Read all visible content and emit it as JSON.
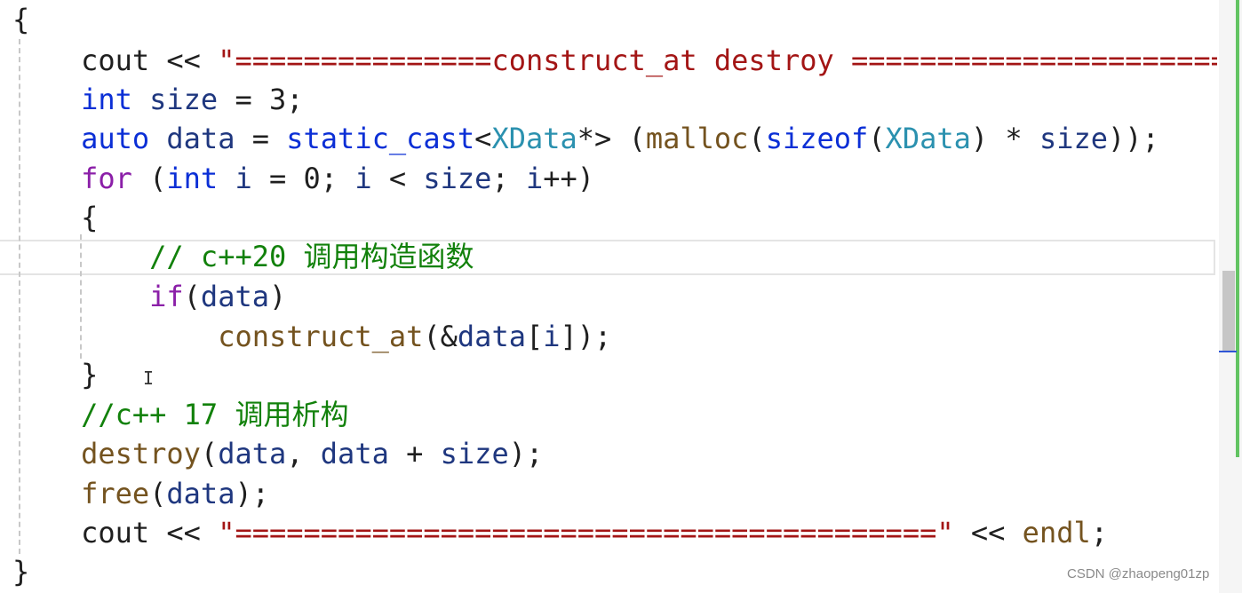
{
  "editor": {
    "lines": [
      {
        "tokens": [
          {
            "text": "{",
            "kind": "plain"
          }
        ]
      },
      {
        "tokens": [
          {
            "text": "    ",
            "kind": "plain"
          },
          {
            "text": "cout",
            "kind": "plain"
          },
          {
            "text": " << ",
            "kind": "op"
          },
          {
            "text": "\"===============construct_at destroy ============================\"",
            "kind": "str"
          }
        ]
      },
      {
        "tokens": [
          {
            "text": "    ",
            "kind": "plain"
          },
          {
            "text": "int",
            "kind": "kw"
          },
          {
            "text": " ",
            "kind": "plain"
          },
          {
            "text": "size",
            "kind": "var"
          },
          {
            "text": " = 3;",
            "kind": "plain"
          }
        ]
      },
      {
        "tokens": [
          {
            "text": "    ",
            "kind": "plain"
          },
          {
            "text": "auto",
            "kind": "kw"
          },
          {
            "text": " ",
            "kind": "plain"
          },
          {
            "text": "data",
            "kind": "var"
          },
          {
            "text": " = ",
            "kind": "plain"
          },
          {
            "text": "static_cast",
            "kind": "kw"
          },
          {
            "text": "<",
            "kind": "plain"
          },
          {
            "text": "XData",
            "kind": "type"
          },
          {
            "text": "*> (",
            "kind": "plain"
          },
          {
            "text": "malloc",
            "kind": "func"
          },
          {
            "text": "(",
            "kind": "plain"
          },
          {
            "text": "sizeof",
            "kind": "kw"
          },
          {
            "text": "(",
            "kind": "plain"
          },
          {
            "text": "XData",
            "kind": "type"
          },
          {
            "text": ") * ",
            "kind": "plain"
          },
          {
            "text": "size",
            "kind": "var"
          },
          {
            "text": "));",
            "kind": "plain"
          }
        ]
      },
      {
        "tokens": [
          {
            "text": "    ",
            "kind": "plain"
          },
          {
            "text": "for",
            "kind": "ctrl"
          },
          {
            "text": " (",
            "kind": "plain"
          },
          {
            "text": "int",
            "kind": "kw"
          },
          {
            "text": " ",
            "kind": "plain"
          },
          {
            "text": "i",
            "kind": "var"
          },
          {
            "text": " = 0; ",
            "kind": "plain"
          },
          {
            "text": "i",
            "kind": "var"
          },
          {
            "text": " < ",
            "kind": "plain"
          },
          {
            "text": "size",
            "kind": "var"
          },
          {
            "text": "; ",
            "kind": "plain"
          },
          {
            "text": "i",
            "kind": "var"
          },
          {
            "text": "++)",
            "kind": "plain"
          }
        ]
      },
      {
        "tokens": [
          {
            "text": "    ",
            "kind": "plain"
          },
          {
            "text": "{",
            "kind": "plain"
          }
        ]
      },
      {
        "tokens": [
          {
            "text": "        ",
            "kind": "plain"
          },
          {
            "text": "// c++20 调用构造函数",
            "kind": "comment"
          }
        ]
      },
      {
        "tokens": [
          {
            "text": "        ",
            "kind": "plain"
          },
          {
            "text": "if",
            "kind": "ctrl"
          },
          {
            "text": "(",
            "kind": "plain"
          },
          {
            "text": "data",
            "kind": "var"
          },
          {
            "text": ")",
            "kind": "plain"
          }
        ]
      },
      {
        "tokens": [
          {
            "text": "            ",
            "kind": "plain"
          },
          {
            "text": "construct_at",
            "kind": "func"
          },
          {
            "text": "(&",
            "kind": "plain"
          },
          {
            "text": "data",
            "kind": "var"
          },
          {
            "text": "[",
            "kind": "plain"
          },
          {
            "text": "i",
            "kind": "var"
          },
          {
            "text": "]);",
            "kind": "plain"
          }
        ]
      },
      {
        "tokens": [
          {
            "text": "    ",
            "kind": "plain"
          },
          {
            "text": "}",
            "kind": "plain"
          }
        ]
      },
      {
        "tokens": [
          {
            "text": "    ",
            "kind": "plain"
          },
          {
            "text": "//c++ 17 调用析构",
            "kind": "comment"
          }
        ]
      },
      {
        "tokens": [
          {
            "text": "    ",
            "kind": "plain"
          },
          {
            "text": "destroy",
            "kind": "func"
          },
          {
            "text": "(",
            "kind": "plain"
          },
          {
            "text": "data",
            "kind": "var"
          },
          {
            "text": ", ",
            "kind": "plain"
          },
          {
            "text": "data",
            "kind": "var"
          },
          {
            "text": " + ",
            "kind": "plain"
          },
          {
            "text": "size",
            "kind": "var"
          },
          {
            "text": ");",
            "kind": "plain"
          }
        ]
      },
      {
        "tokens": [
          {
            "text": "    ",
            "kind": "plain"
          },
          {
            "text": "free",
            "kind": "func"
          },
          {
            "text": "(",
            "kind": "plain"
          },
          {
            "text": "data",
            "kind": "var"
          },
          {
            "text": ");",
            "kind": "plain"
          }
        ]
      },
      {
        "tokens": [
          {
            "text": "    ",
            "kind": "plain"
          },
          {
            "text": "cout",
            "kind": "plain"
          },
          {
            "text": " << ",
            "kind": "op"
          },
          {
            "text": "\"=========================================\"",
            "kind": "str"
          },
          {
            "text": " << ",
            "kind": "op"
          },
          {
            "text": "endl",
            "kind": "func"
          },
          {
            "text": ";",
            "kind": "plain"
          }
        ]
      },
      {
        "tokens": [
          {
            "text": "}",
            "kind": "plain"
          }
        ]
      }
    ],
    "colors": {
      "keyword": "#0b2fd6",
      "control": "#8b1fa8",
      "string": "#a31515",
      "type": "#2b91af",
      "function": "#74531f",
      "variable": "#1f377f",
      "comment": "#12810b",
      "change_marker": "#62c462"
    }
  },
  "watermark": "CSDN @zhaopeng01zp"
}
